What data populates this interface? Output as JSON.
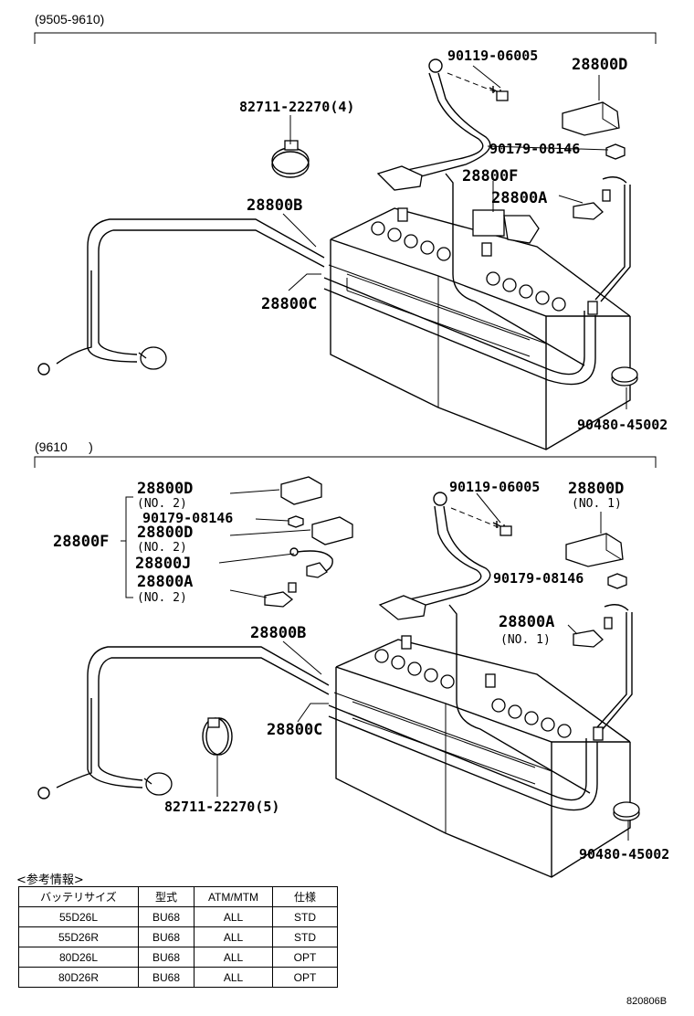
{
  "sections": [
    {
      "range": "(9505-9610)",
      "labels": {
        "bolt": "90119-06005",
        "cover": "28800D",
        "clamp": "82711-22270(4)",
        "nut": "90179-08146",
        "cable_f": "28800F",
        "cable_a": "28800A",
        "cable_b": "28800B",
        "cable_c": "28800C",
        "grommet": "90480-45002"
      }
    },
    {
      "range": "(9610      )",
      "labels": {
        "d_no2_a": "28800D",
        "no2_a": "(NO. 2)",
        "nut_small": "90179-08146",
        "f": "28800F",
        "d_no2_b": "28800D",
        "no2_b": "(NO. 2)",
        "j": "28800J",
        "a_no2": "28800A",
        "no2_c": "(NO. 2)",
        "bolt": "90119-06005",
        "d_no1": "28800D",
        "no1_a": "(NO. 1)",
        "nut": "90179-08146",
        "a_no1": "28800A",
        "no1_b": "(NO. 1)",
        "cable_b": "28800B",
        "cable_c": "28800C",
        "clamp": "82711-22270(5)",
        "grommet": "90480-45002"
      }
    }
  ],
  "reference": {
    "title": "<参考情報>",
    "headers": [
      "バッテリサイズ",
      "型式",
      "ATM/MTM",
      "仕様"
    ],
    "rows": [
      [
        "55D26L",
        "BU68",
        "ALL",
        "STD"
      ],
      [
        "55D26R",
        "BU68",
        "ALL",
        "STD"
      ],
      [
        "80D26L",
        "BU68",
        "ALL",
        "OPT"
      ],
      [
        "80D26R",
        "BU68",
        "ALL",
        "OPT"
      ]
    ]
  },
  "illustration_code": "820806B"
}
